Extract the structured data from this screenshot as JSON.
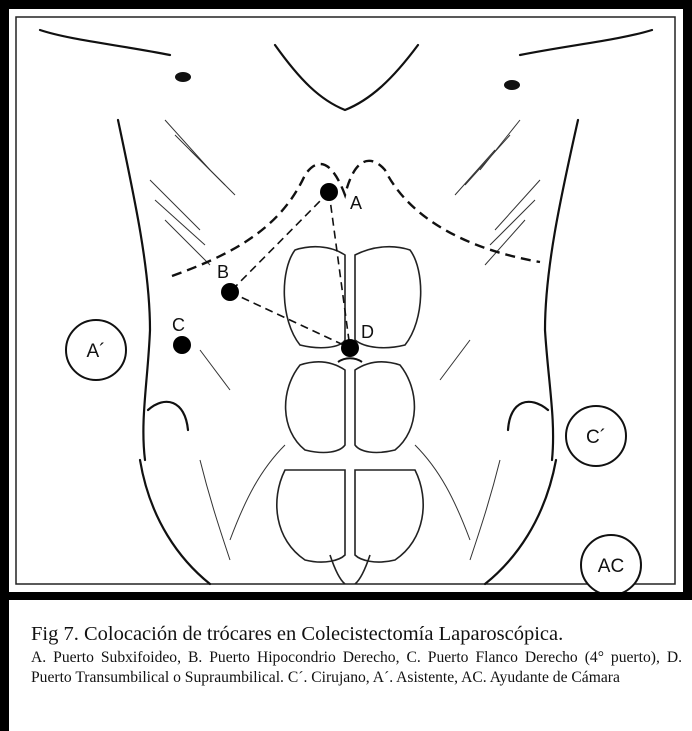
{
  "figure": {
    "ports": [
      {
        "id": "A",
        "label": "A"
      },
      {
        "id": "B",
        "label": "B"
      },
      {
        "id": "C",
        "label": "C"
      },
      {
        "id": "D",
        "label": "D"
      }
    ],
    "positions": [
      {
        "id": "A-prime",
        "label": "A´"
      },
      {
        "id": "C-prime",
        "label": "C´"
      },
      {
        "id": "AC",
        "label": "AC"
      }
    ]
  },
  "caption": {
    "title": "Fig 7. Colocación de trócares en Colecistectomía Laparoscópica.",
    "body": "A. Puerto Subxifoideo, B. Puerto Hipocondrio Derecho, C. Puerto Flanco Derecho (4° puerto), D. Puerto Transumbilical o Supraumbilical. C´. Cirujano, A´. Asistente, AC. Ayudante de Cámara"
  }
}
